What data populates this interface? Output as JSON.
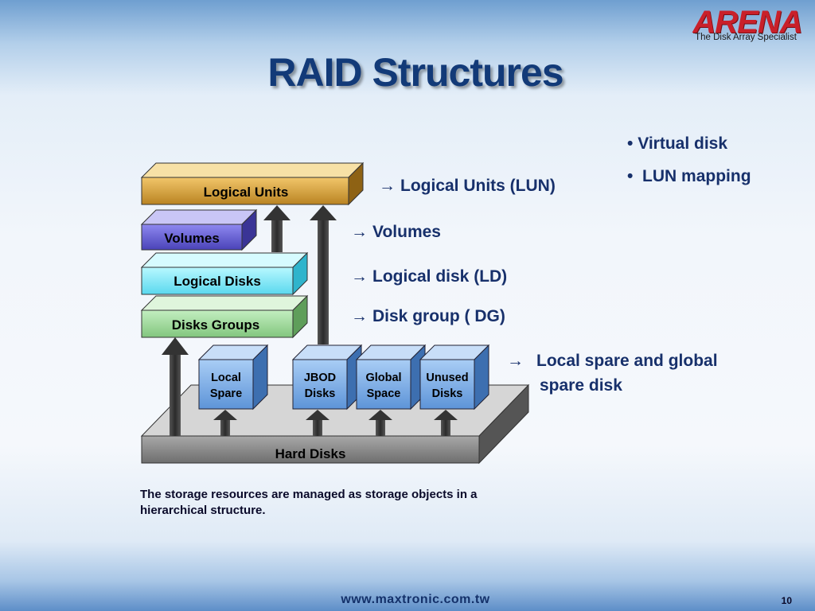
{
  "slide": {
    "title": "RAID Structures",
    "logo_name": "ARENA",
    "logo_tagline": "The Disk Array Specialist",
    "footer_url": "www.maxtronic.com.tw",
    "page_number": "10",
    "caption": "The storage resources are managed as storage objects in a hierarchical structure."
  },
  "diagram": {
    "layers": {
      "logical_units": "Logical Units",
      "volumes": "Volumes",
      "logical_disks": "Logical Disks",
      "disk_groups": "Disks Groups",
      "hard_disks": "Hard Disks"
    },
    "cubes": [
      {
        "line1": "Local",
        "line2": "Spare"
      },
      {
        "line1": "JBOD",
        "line2": "Disks"
      },
      {
        "line1": "Global",
        "line2": "Space"
      },
      {
        "line1": "Unused",
        "line2": "Disks"
      }
    ]
  },
  "annotations": {
    "arrow_symbol": "→",
    "lun": "Logical Units (LUN)",
    "volumes": "Volumes",
    "logical_disk": "Logical disk (LD)",
    "disk_group": "Disk group ( DG)",
    "spare_line1": "Local spare and global",
    "spare_line2": "spare disk",
    "bullets": [
      "Virtual disk",
      "LUN mapping"
    ]
  },
  "colors": {
    "title": "#123a78",
    "label": "#17306b",
    "logical_units_fill": "#d9a544",
    "volumes_fill": "#6a64d8",
    "logical_disks_fill": "#8df0ff",
    "disk_groups_fill": "#9fdc9c",
    "hard_disks_fill": "#8a8a8a",
    "cube_fill": "#6fa2e0",
    "logo": "#c9202a"
  }
}
